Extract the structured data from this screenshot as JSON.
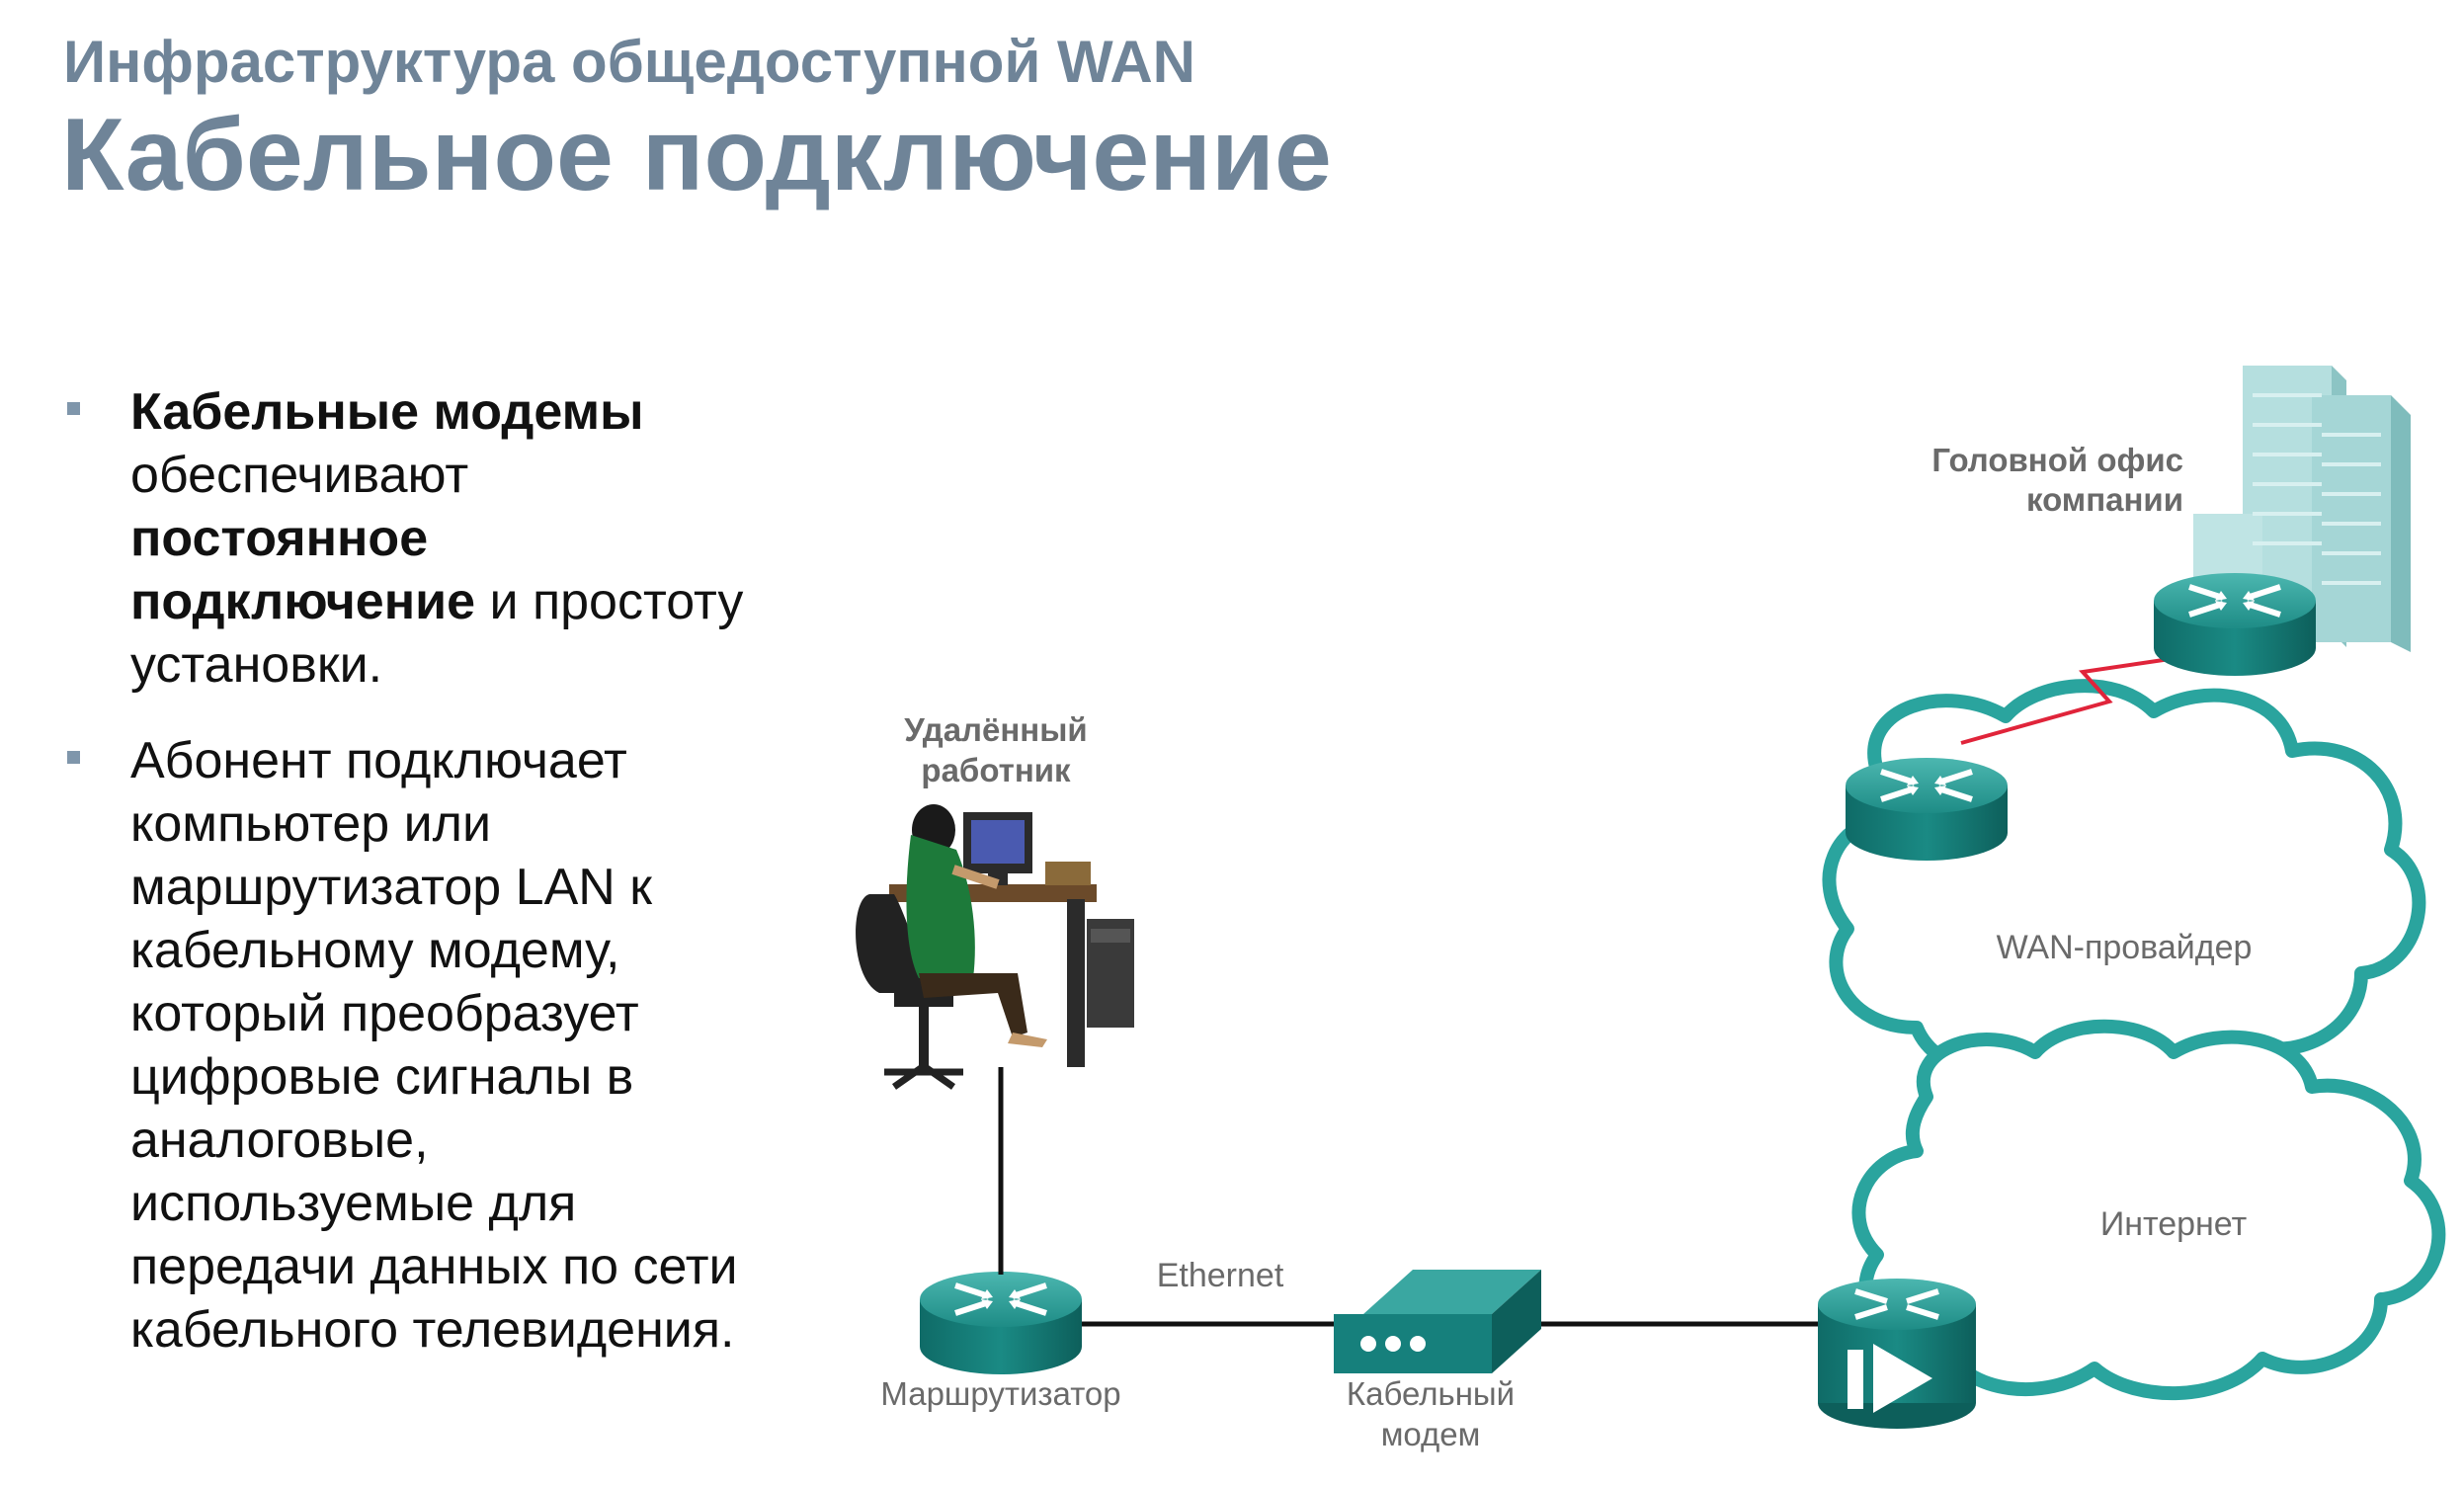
{
  "slide": {
    "subtitle": "Инфраструктура общедоступной WAN",
    "title": "Кабельное подключение"
  },
  "bullets": [
    {
      "parts": [
        {
          "text": "Кабельные модемы",
          "bold": true
        },
        {
          "text": " обеспечивают ",
          "bold": false
        },
        {
          "text": "постоянное подключение",
          "bold": true
        },
        {
          "text": " и простоту установки.",
          "bold": false
        }
      ]
    },
    {
      "parts": [
        {
          "text": "Абонент подключает компьютер или маршрутизатор LAN к кабельному модему, который преобразует цифровые сигналы в аналоговые, используемые для передачи данных по сети кабельного телевидения.",
          "bold": false
        }
      ]
    }
  ],
  "diagram": {
    "hq_label_1": "Головной офис",
    "hq_label_2": "компании",
    "remote_label_1": "Удалённый",
    "remote_label_2": "работник",
    "wan_cloud": "WAN-провайдер",
    "internet_cloud": "Интернет",
    "link_label": "Ethernet",
    "router_label": "Маршрутизатор",
    "modem_label_1": "Кабельный",
    "modem_label_2": "модем",
    "colors": {
      "device": "#16807c",
      "device_top": "#3aa7a1",
      "cloud_stroke": "#2aa49e",
      "wan_link": "#e0243a",
      "building": "#a9d8d8"
    }
  }
}
